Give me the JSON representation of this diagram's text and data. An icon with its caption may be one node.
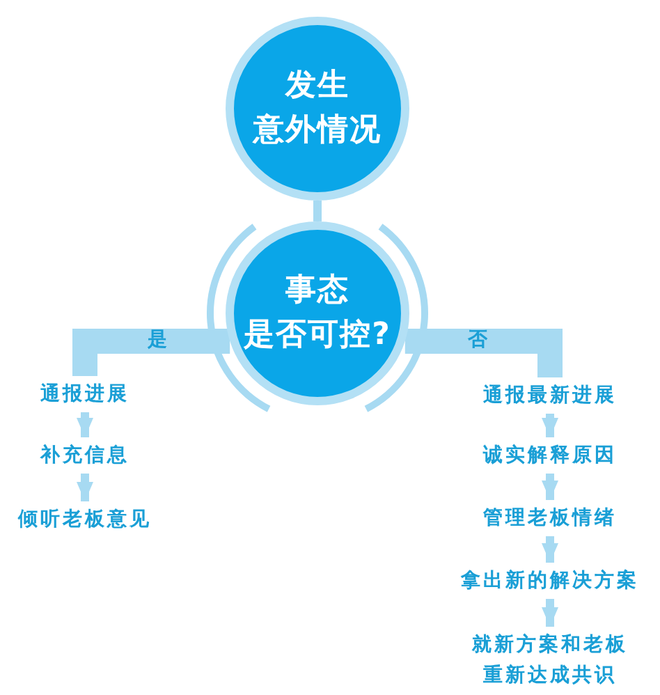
{
  "diagram": {
    "nodes": [
      {
        "text": [
          "发生意外情况"
        ]
      },
      {
        "text": [
          "事态是否可控?"
        ]
      },
      {
        "text": [
          "通报进展"
        ]
      },
      {
        "text": [
          "补充信息"
        ]
      },
      {
        "text": [
          "倾听老板意见"
        ]
      },
      {
        "text": [
          "通报最新进展"
        ]
      },
      {
        "text": [
          "诚实解释原因"
        ]
      },
      {
        "text": [
          "管理老板情绪"
        ]
      },
      {
        "text": [
          "拿出新的解决方案"
        ]
      },
      {
        "text": [
          "就新方案和老板重新达成共识"
        ]
      }
    ],
    "edges": [
      {
        "from": 0,
        "to": 1,
        "arrow": "none"
      },
      {
        "from": 1,
        "to": 2,
        "arrow": "none",
        "label": "是",
        "style": "thick"
      },
      {
        "from": 2,
        "to": 3,
        "arrow": "to"
      },
      {
        "from": 3,
        "to": 4,
        "arrow": "to"
      },
      {
        "from": 1,
        "to": 5,
        "arrow": "none",
        "label": "否",
        "style": "thick"
      },
      {
        "from": 5,
        "to": 6,
        "arrow": "to"
      },
      {
        "from": 6,
        "to": 7,
        "arrow": "to"
      },
      {
        "from": 7,
        "to": 8,
        "arrow": "to"
      },
      {
        "from": 8,
        "to": 9,
        "arrow": "to"
      }
    ]
  }
}
